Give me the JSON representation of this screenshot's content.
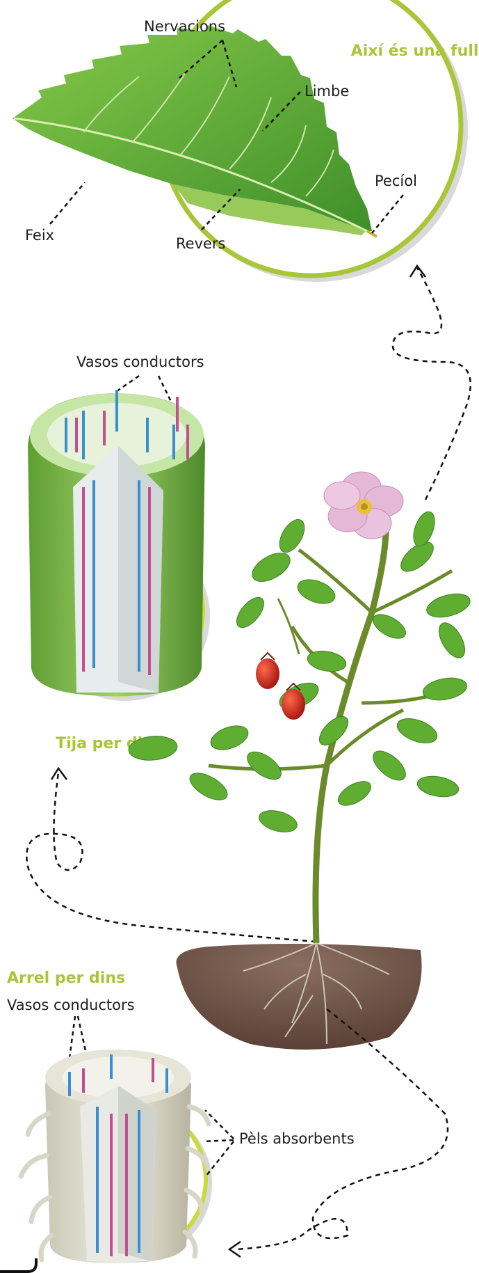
{
  "leaf_section": {
    "title": "Així és una fulla",
    "labels": {
      "nervacions": "Nervacions",
      "limbe": "Limbe",
      "peciol": "Pecíol",
      "feix": "Feix",
      "revers": "Revers"
    }
  },
  "stem_section": {
    "title": "Tija per dins",
    "label_vessels": "Vasos conductors"
  },
  "root_section": {
    "title": "Arrel per dins",
    "label_vessels": "Vasos conductors",
    "label_hairs": "Pèls absorbents"
  },
  "colors": {
    "accent": "#a8c638",
    "leaf": "#6fb83a",
    "xylem_blue": "#3a8fd0",
    "phloem_pink": "#c0508f",
    "soil": "#6e5346",
    "petal": "#e6b8d8",
    "hip": "#c62c1e"
  }
}
